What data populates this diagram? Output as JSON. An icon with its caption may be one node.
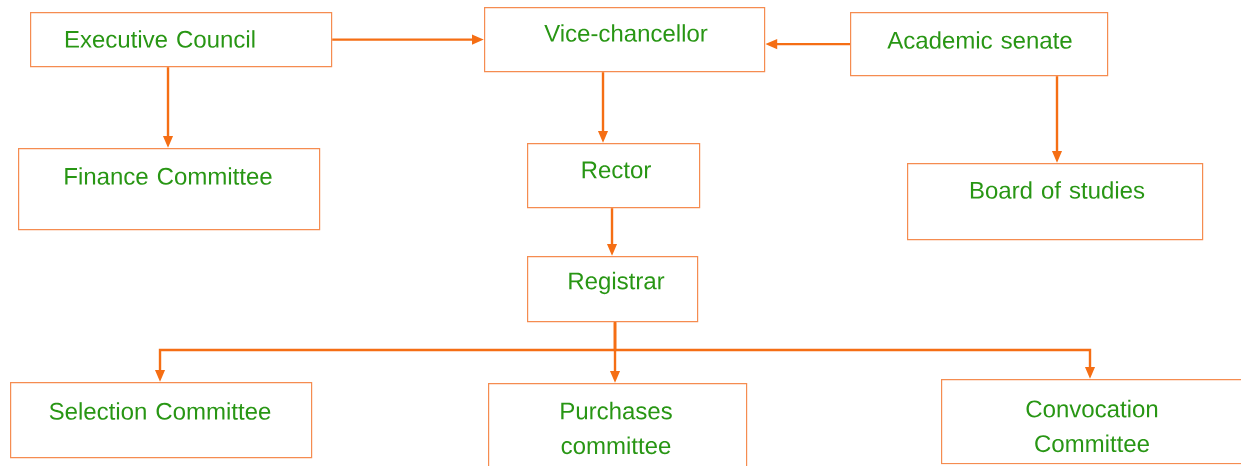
{
  "diagram": {
    "nodes": [
      {
        "text": [
          "Executive Council"
        ]
      },
      {
        "text": [
          "Vice-chancellor"
        ]
      },
      {
        "text": [
          "Academic senate"
        ]
      },
      {
        "text": [
          "Finance Committee"
        ]
      },
      {
        "text": [
          "Rector"
        ]
      },
      {
        "text": [
          "Board of studies"
        ]
      },
      {
        "text": [
          "Registrar"
        ]
      },
      {
        "text": [
          "Selection Committee"
        ]
      },
      {
        "text": [
          "Purchases committee"
        ]
      },
      {
        "text": [
          "Convocation Committee"
        ]
      }
    ],
    "edges": [
      {
        "from": 0,
        "to": 1,
        "arrow": "to"
      },
      {
        "from": 2,
        "to": 1,
        "arrow": "to"
      },
      {
        "from": 0,
        "to": 3,
        "arrow": "to"
      },
      {
        "from": 1,
        "to": 4,
        "arrow": "to"
      },
      {
        "from": 2,
        "to": 5,
        "arrow": "to"
      },
      {
        "from": 4,
        "to": 6,
        "arrow": "to"
      },
      {
        "from": 6,
        "to": 7,
        "arrow": "to"
      },
      {
        "from": 6,
        "to": 8,
        "arrow": "to"
      },
      {
        "from": 6,
        "to": 9,
        "arrow": "to"
      }
    ]
  }
}
